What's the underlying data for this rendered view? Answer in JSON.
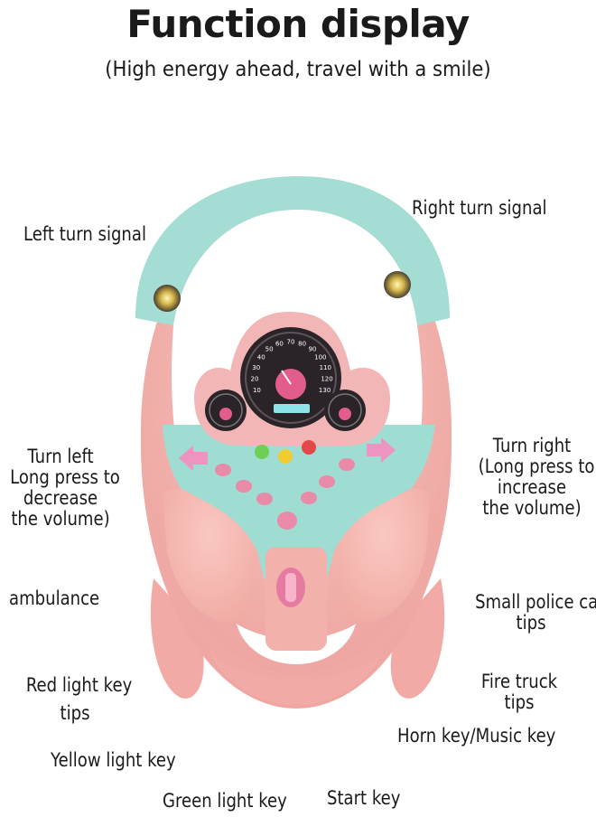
{
  "header": {
    "title": "Function display",
    "subtitle": "(High energy ahead, travel with a smile)"
  },
  "labels": {
    "left_turn_signal": "Left turn signal",
    "right_turn_signal": "Right turn signal",
    "turn_left_l1": "Turn left",
    "turn_left_l2": "Long press to",
    "turn_left_l3": "decrease",
    "turn_left_l4": "the volume)",
    "turn_right_l1": "Turn right",
    "turn_right_l2": "(Long press to",
    "turn_right_l3": "increase",
    "turn_right_l4": "the volume)",
    "ambulance": "ambulance",
    "small_police_l1": "Small police car",
    "small_police_l2": "tips",
    "red_light_l1": "Red light key",
    "red_light_l2": "tips",
    "fire_truck_l1": "Fire truck",
    "fire_truck_l2": "tips",
    "horn_key": "Horn key/Music key",
    "yellow_light_key": "Yellow light key",
    "green_light_key": "Green light key",
    "start_key": "Start key"
  },
  "speedometer": {
    "ticks": [
      "10",
      "20",
      "30",
      "40",
      "50",
      "60",
      "70",
      "80",
      "90",
      "100",
      "110",
      "120",
      "130"
    ]
  },
  "colors": {
    "pink": "#f4b3b0",
    "pink_dark": "#e69994",
    "mint": "#9fdcd2",
    "mint_dark": "#7cc7bc",
    "dial_black": "#2a2428",
    "dial_pink": "#e25d8c",
    "button_pink": "#e98aa8",
    "arrow_pink": "#ee94c0"
  }
}
